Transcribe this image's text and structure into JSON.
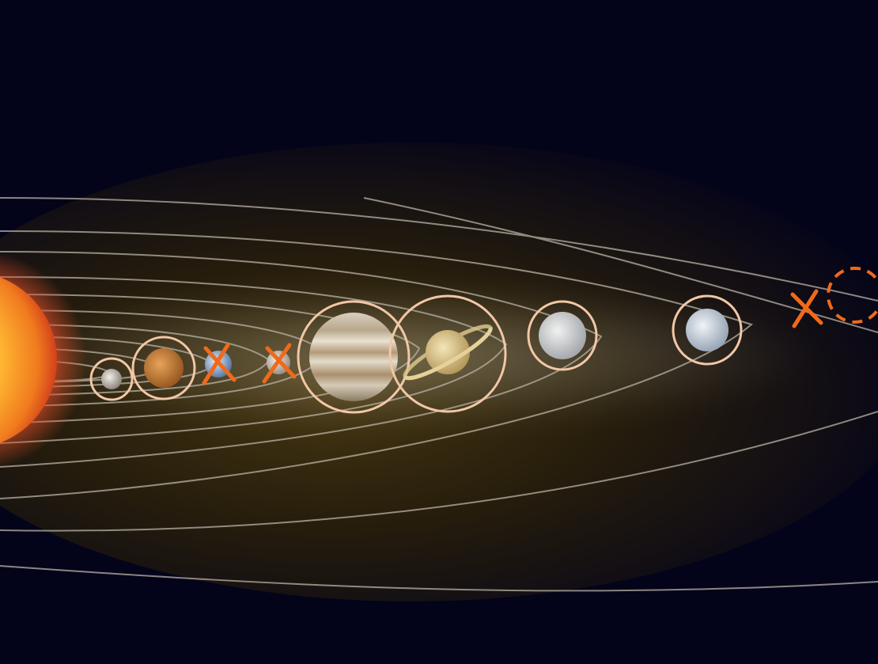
{
  "scene": {
    "background_color": "#03031a",
    "glow_color": "#3a2a08",
    "orbit_color": "#b9b2a4",
    "highlight_ring_color": "#f2c7a6",
    "cross_color": "#f06a1a",
    "dashed_marker_color": "#f06a1a"
  },
  "bodies": [
    {
      "name": "sun",
      "highlight": "none"
    },
    {
      "name": "mercury",
      "highlight": "circle"
    },
    {
      "name": "mars",
      "highlight": "circle"
    },
    {
      "name": "earth",
      "highlight": "cross"
    },
    {
      "name": "venus",
      "highlight": "cross"
    },
    {
      "name": "jupiter",
      "highlight": "circle"
    },
    {
      "name": "saturn",
      "highlight": "circle"
    },
    {
      "name": "uranus",
      "highlight": "circle"
    },
    {
      "name": "neptune",
      "highlight": "circle"
    },
    {
      "name": "pluto",
      "highlight": "cross"
    },
    {
      "name": "planet-nine",
      "highlight": "dashed-circle"
    }
  ]
}
